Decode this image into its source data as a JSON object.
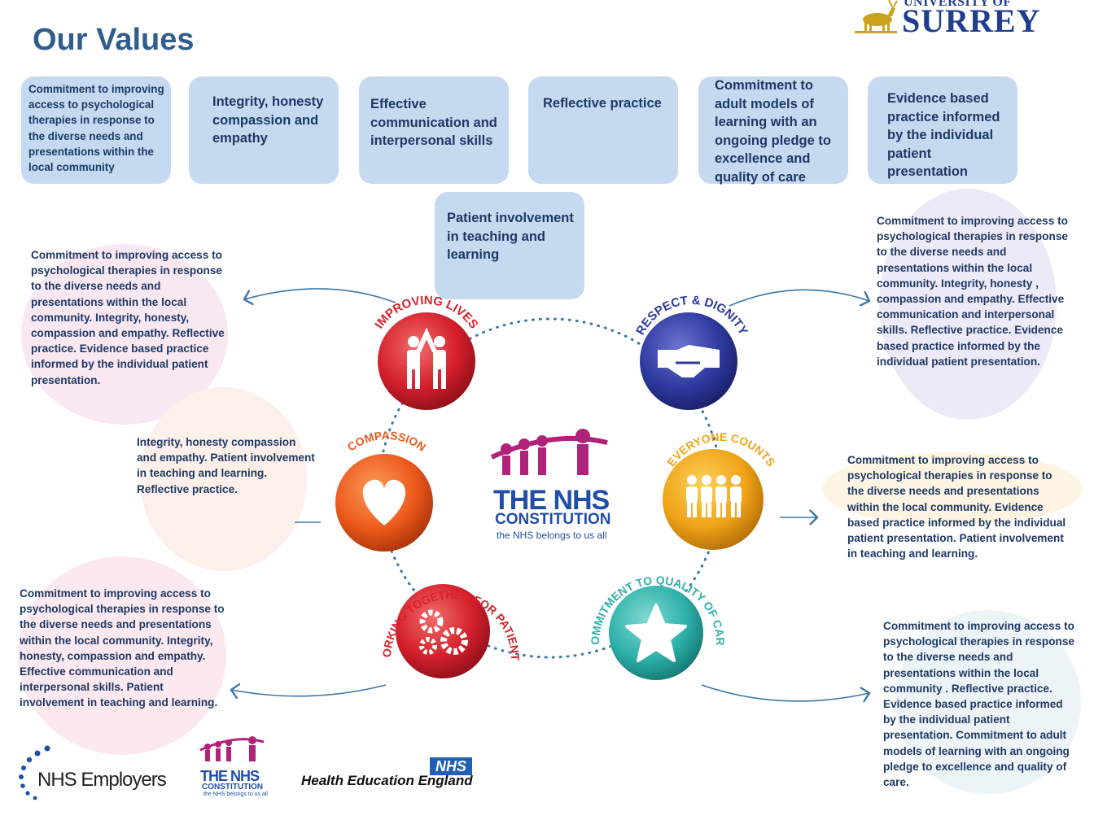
{
  "title": "Our Values",
  "university": {
    "top": "UNIVERSITY OF",
    "name": "SURREY"
  },
  "top_values": [
    "Commitment to improving access to psychological therapies in response to the diverse needs and presentations within the local community",
    "Integrity, honesty compassion and empathy",
    "Effective communication and interpersonal skills",
    "Reflective practice",
    "Commitment to adult models of learning with an ongoing pledge to excellence and quality of care",
    "Evidence based practice informed by the individual patient presentation"
  ],
  "patient_box": "Patient involvement in teaching and learning",
  "nhs_values": {
    "improving_lives": "IMPROVING LIVES",
    "respect_dignity": "RESPECT & DIGNITY",
    "compassion": "COMPASSION",
    "everyone_counts": "EVERYONE COUNTS",
    "working_together": "WORKING TOGETHER FOR PATIENTS",
    "commitment_quality": "COMMITMENT TO QUALITY OF CARE"
  },
  "constitution": {
    "title": "THE NHS",
    "subtitle": "CONSTITUTION",
    "tagline": "the NHS belongs to us all"
  },
  "callouts": {
    "improving_lives": "Commitment to improving access to psychological therapies in response to the diverse needs and presentations within the local community. Integrity, honesty, compassion and empathy. Reflective practice. Evidence based practice informed by the individual patient presentation.",
    "respect_dignity": "Commitment to improving access to psychological therapies in response to the diverse needs and presentations within the local community. Integrity, honesty , compassion and empathy. Effective communication and interpersonal skills. Reflective practice. Evidence based practice informed by the individual patient presentation.",
    "compassion": "Integrity, honesty compassion and empathy. Patient involvement in teaching and learning. Reflective practice.",
    "everyone_counts": "Commitment to improving access to psychological therapies in response to the diverse needs and presentations within the local community. Evidence based practice informed by the individual patient presentation. Patient involvement in teaching and learning.",
    "working_together": "Commitment to improving access to psychological therapies in response to the diverse needs and presentations within the local community. Integrity, honesty, compassion and empathy. Effective communication and interpersonal skills. Patient involvement in teaching and learning.",
    "commitment_quality": "Commitment to improving access to psychological therapies in response to the diverse needs and presentations within the local community . Reflective practice. Evidence based practice informed by the individual patient presentation. Commitment to adult models of learning with an ongoing pledge to excellence and quality of care."
  },
  "footer": {
    "nhs_employers": "NHS Employers",
    "constitution_small": "THE NHS",
    "constitution_small_sub": "CONSTITUTION",
    "constitution_small_tag": "the NHS belongs to us all",
    "hee": "Health Education England",
    "nhs_badge": "NHS"
  }
}
